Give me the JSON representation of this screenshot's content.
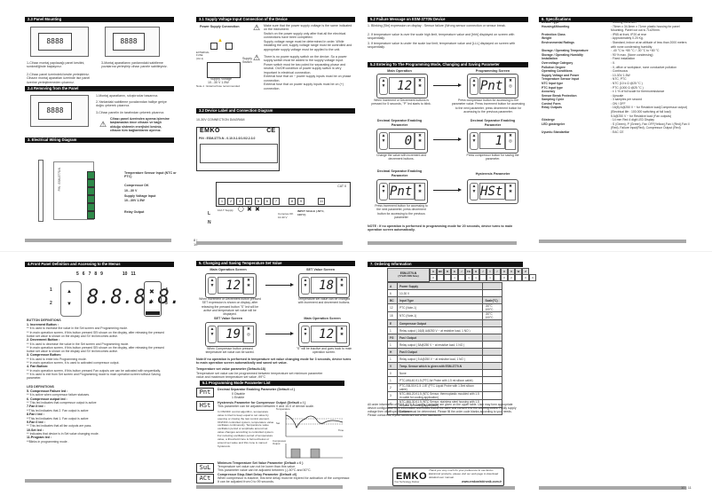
{
  "document": {
    "product": "ESM-3770N Cooling Controller",
    "brand": "EMKO"
  },
  "top_sheet": {
    "panel_mounting": {
      "header": "2.3 Panel Mounting",
      "steps": [
        "1-Cihazı montaj yapılacağı panel kesitini, sonkezliğinde başlayınız.",
        "2-Cihazı panel üzerindeki kesite yerleştiriniz. Cihazın montaj aparatları üzerinde iise panel üzerine yerleştiremeden çıkarınız.",
        "3-Montaj aparatlarını yanlarındaki sabitleme yuvalarına yerleştirip cihazı panele sabitleyiniz."
      ]
    },
    "panel_removal": {
      "header": "2.4 Removing from the Panel",
      "steps": [
        "1-Montaj aparatlarını, sıkıştırıcılar basarınız.",
        "2-Yanlardaki sabitleme yuvalarından halliye geriye doğru çekerek çıkarınız.",
        "3-Cihazı panelin ön tarafından çekerek çıkarınız."
      ],
      "warning": "Cihazı panel üzerinden ayırma işlemine başlamadan önce cihazın ve bağlı olduğu sistemin enerjisini kesiniz, cihazın tüm bağlantılarını ayırınız."
    },
    "wiring": {
      "header": "3. Electrical Wiring Diagram",
      "labels": [
        "Temperature Sensor Input (NTC or PTC)",
        "Compressor OK",
        "10...30 V",
        "Supply Voltage Input",
        "10...30V 1.5W",
        "Relay Output"
      ],
      "device_label": "P/N : ESM-3770-N"
    },
    "page_left": "8 | 10",
    "supply": {
      "header": "3.1 Supply Voltage Input Connection of the Device",
      "title": "Power Supply Connection",
      "fuse": "EXTERNAL FUSE (Vol.1)",
      "switch": "Supply Switch",
      "supply_voltage": "Supply Voltage",
      "supply_range": "10...30 V 1.5W",
      "note": "Note-1 : External fuse recommended.",
      "warn1": "Make sure that the power supply voltage is the same indicated on the instrument.\nSwitch on the power supply only after that all the electrical connections have been completed.\nSupply voltage range must be determined in order. While installing the unit, supply voltage range must be controlled and appropriate supply voltage must be applied to the unit.",
      "warn2": "There is no power supply switch on the device. So a power supply switch must be added to the supply voltage input.\nPower switch must be two poled for separating phase and neutral. On/Off condition of power supply switch is very important in electrical connection.\nExternal fuse that on ~ power supply inputs must be on phase connection.\nExternal fuse that on power supply inputs must be on (+) connection."
    },
    "label_diag": {
      "header": "3.2 Device Label and Connection Diagram",
      "subtitle": "10-30V   CONNECTION DIAGRAM",
      "brand": "EMKO",
      "ce": "CE",
      "pn": "P/N : ESM-3770-N - 0.10.0.1.0/1.0/2.2.3.0",
      "terminals": [
        "1",
        "2",
        "3",
        "4",
        "5",
        "6",
        "7",
        "8",
        "9",
        "11"
      ],
      "fuse_label": "10A T Supply",
      "input_scale": "INPUT SCALE (-50°C, 100°C)",
      "compressor_ok": "Compres.OK 10-30 V",
      "line_l": "L",
      "line_n": "N",
      "cat": "CAT II"
    },
    "failure": {
      "header": "5.2 Failure Message on ESM-3770N Device",
      "items": [
        "1. Blinking [Sbr] expression on display : Sensor failure (Wrong sensor connection or sensor break.",
        "2. If temperature value is over the scale high limit, temperature value and [hhh] displayed on screen with sequentially.",
        "3. If temperature value is under the scale low limit, temperature value and [LLL] displayed on screen with sequentially."
      ]
    },
    "programming": {
      "header": "5.3 Entering To The Programming Mode, Changing and Saving Parameter",
      "screens": [
        {
          "title": "Main Operation",
          "value": "12",
          "caption": "When Increment or Decrement buttons is pressed for 5 seconds, \"P\" led starts to blink."
        },
        {
          "title": "Programming Screen",
          "value": "Pnt",
          "caption": "Press compressor button for accessing to the parameter value. Press increment button for accessing to the next parameter, press decrement button for accessing to the previous parameter."
        },
        {
          "title": "Decimal Separator Enabling Parameter",
          "value": "0",
          "caption": "Change the value with increment and decrement buttons."
        },
        {
          "title": "Decimal Separator Enabling Parameter",
          "value": "1",
          "caption": "Press compressor button for saving the parameter."
        },
        {
          "title": "Decimal Separator Enabling Parameter",
          "value": "Pnt",
          "caption": "Press increment button for accessing to the next parameter, press decrement button for accessing to the previous parameter"
        },
        {
          "title": "Hysteresis Parameter",
          "value": "HSt",
          "caption": ""
        }
      ],
      "note": "NOTE : If no operation is performed in programming mode for 20 seconds, device turns to main operation screen automatically."
    },
    "specs": {
      "header": "6. Specifications",
      "rows": [
        {
          "k": "Device Type",
          "v": ": Cooling Controller"
        },
        {
          "k": "Housing&Mounting",
          "v": ": 76mm x 34.5mm x 71mm plastic housing for panel"
        },
        {
          "k": "",
          "v": "  Mounting. Panel cut out is 71x29mm."
        },
        {
          "k": "Protection Class",
          "v": ": IP65 at front, IP20 at rear"
        },
        {
          "k": "Weight",
          "v": ": Approximately 0.20 Kg."
        },
        {
          "k": "Environmental Ratings",
          "v": ": Standard, indoor at an altitude of less than 2000 meters"
        },
        {
          "k": "",
          "v": "  with none condensing humidity."
        },
        {
          "k": "Storage / Operating Temperature",
          "v": ": -40 °C to +80 °C / -30 °C to +80 °C"
        },
        {
          "k": "Storage / Operating Humidity",
          "v": ": 90 % max. (None condensing)"
        },
        {
          "k": "Installation",
          "v": ": Fixed installation"
        },
        {
          "k": "Overvoltage Category",
          "v": ": II."
        },
        {
          "k": "Pollution Degree",
          "v": ": II, office or workplace, none conductive pollution"
        },
        {
          "k": "Operating Conditions",
          "v": ": Continuous"
        },
        {
          "k": "Supply Voltage and Power",
          "v": ": 10-30V  1.5W"
        },
        {
          "k": "Temperature Sensor Input",
          "v": ": NTC, PTC"
        },
        {
          "k": "NTC Input type",
          "v": ": NTC (10 k Ω @25 °C )"
        },
        {
          "k": "PTC Input type",
          "v": ": PTC (1000 Ω @25 °C )"
        },
        {
          "k": "Accuracy",
          "v": ": ± 1 % of full scale for thermoresistance"
        },
        {
          "k": "Sensor Break Protection",
          "v": ": Upscale"
        },
        {
          "k": "Sampling Cycle",
          "v": ": 3 samples per second"
        },
        {
          "k": "Control Form",
          "v": ": ON / OFF"
        },
        {
          "k": "Relay Outputs",
          "v": ": 16(8) A@250 V ~ for Resistive load(Compressor output)"
        },
        {
          "k": "",
          "v": "  (Electrical life : 100.000 switching at full load)"
        },
        {
          "k": "",
          "v": "  5 A@250 V ~ for Resistive load (Fan outputs)"
        },
        {
          "k": "Gösterge",
          "v": ": 14 mm Red 4 digit LED Display"
        },
        {
          "k": "LED göstergeler",
          "v": ": S (Green), P (Green), Fan OFF(Yellow),Fan I (Red),Fan II"
        },
        {
          "k": "",
          "v": "  (Red), Failure Input(Red), Compressor Output (Red)"
        },
        {
          "k": "Uyumlu Standartlar",
          "v": ": EAC CE"
        }
      ]
    }
  },
  "bottom_sheet": {
    "front_panel": {
      "header": "4.Front Panel Definition and Accessing to the Menus",
      "callouts_top": [
        "5",
        "6",
        "7",
        "8",
        "9",
        "10",
        "11"
      ],
      "callouts_side": [
        "1",
        "2",
        "3",
        "4"
      ],
      "display": "8.8.8.8.",
      "button_defs_title": "BUTTON DEFINITIONS",
      "buttons": [
        {
          "title": "1. Increment Button :",
          "lines": [
            "** It is used to increase the value in the Set screen and Programming mode.",
            "** In main operation screen, if this button pressed SEt shown on the display, after releasing the pressed button set value is shown on the display and SV led becomes active."
          ]
        },
        {
          "title": "2. Decrement Button :",
          "lines": [
            "** It is used to decrease the value in the Set screen and Programming mode.",
            "** In main operation screen, if this button pressed SEt shown on the display, after releasing the pressed button set value is shown on the display and SV led becomes active."
          ]
        },
        {
          "title": "3. Compressor Button:",
          "lines": [
            "** It is used to enter into Programming mode.",
            "** In main operation screen, it is used to activated compressor output."
          ]
        },
        {
          "title": "4. Fan Button:",
          "lines": [
            "** In main operation screen, if this button pressed Fan outputs are can be activated with sequentially.",
            "** It is used to exit from Set screen and Programming mode to main operation screen without Saving parameter."
          ]
        }
      ],
      "led_defs_title": "LED DEFINITIONS",
      "leds": [
        {
          "title": "5. Compressor Failure led :",
          "line": "** It is active when compressor failure statuses."
        },
        {
          "title": "6. Compressor output led :",
          "line": "** This led indicates that compressor output is active"
        },
        {
          "title": "7.Fan II led :",
          "line": "**This led indicates that 2. Fan output is active"
        },
        {
          "title": "8.Fan I led :",
          "line": "**This led indicates that 1. Fan output is active"
        },
        {
          "title": "9.Fan 0 led :",
          "line": "** This led indicates that all fan outputs are pass."
        },
        {
          "title": "10.Set led :",
          "line": "** Indicates that device is in Set value changing mode."
        },
        {
          "title": "11.Program led :",
          "line": "**Blinks in programming mode ."
        }
      ]
    },
    "set_value": {
      "header": "5. Changing and Saving Temperature Set Value",
      "screens": [
        {
          "title": "Main Operation Screen",
          "value": "12",
          "caption": "When Increment or Decrement button pressed SET expression is shown on display, after releasing the pressed button \"S\" led will be active and temperature set value will be displayed."
        },
        {
          "title": "SET Value Screen",
          "value": "18",
          "caption": "Temperature set value can be changed with increment and decrement buttons."
        },
        {
          "title": "SET Value Screen",
          "value": "19",
          "caption": "When Compressor button pressed temperature set value can be saved."
        },
        {
          "title": "Main Operation Screen",
          "value": "12",
          "caption": "\"S\" will be inactive and goes back to main operation screen."
        }
      ],
      "note": "Note:If no operation is performed in temperature set value changing mode for 3 seconds, device turns to main operation screen automatically and saved set value.",
      "param_title": "Temperature set value parameter (Default=18)",
      "param_text": "Temperature set value can be programmed between temperature set minimum parameter value and maximum temperature set value -99°C"
    },
    "prog_params": {
      "header": "5.1 Programming Mode Parameter List",
      "params": [
        {
          "code": "Pnt",
          "title": "Decimal Separator Enabling Parameter (Default =I )",
          "lines": [
            "0  Disable",
            "1  Enable"
          ]
        },
        {
          "code": "HSt",
          "title": "Hysteresis Parameter for Compressor Output (Default = I )",
          "lines": [
            "This parameter can be adjusted between 0 and 10.0 of device scale."
          ]
        },
        {
          "code": "SuL",
          "title": "Minimum Temperature Set Value Parameter (Default = 0 )",
          "lines": [
            "Temperature set value can not be lower than this value.",
            "This parameter value can be adjusted between (-)-50°C and 50°C."
          ]
        },
        {
          "code": "ACt",
          "title": "Compressor Stop-Start Delay Parameter (Default =0)",
          "lines": [
            "When compressor is inactive, this time delay must be expired for activation of the compressor. It can be adjusted from 0 to 99 seconds."
          ]
        }
      ],
      "hst_text": "In ON/OFF control algorithm, temperature value is tried to keep equal to set value by opening or closing the last control element. ON/OFF controlled system, temperature value oscillates continuously. Temperature value oscillation period or amplitude around set value changes according to controlled system. For reducing oscillation period of temperature value, a threshold zone is formed below or around set value and this zone is named hysteresis.",
      "graph": {
        "ylabel": "Temperature",
        "set": "Set",
        "time": "Time",
        "hyst": "Hyst.",
        "compressor": "Compressor Output",
        "on": "ON",
        "off": "OFF"
      }
    },
    "ordering": {
      "header": "7. Ordering Information",
      "model": "ESM-3770-N",
      "model_sub": "(77x35 DIN Size)",
      "code_letters": [
        "A",
        "BC",
        "D",
        "E",
        "/",
        "FG",
        "H",
        "/",
        "I",
        "/",
        "U",
        "V",
        "W",
        "Z"
      ],
      "code_values": [
        "0",
        "",
        "",
        "1",
        "",
        "1",
        "1",
        "",
        "1",
        "",
        "0",
        "2",
        "",
        "0",
        "0"
      ],
      "rows": [
        {
          "type": "sec",
          "cells": [
            "A",
            "Power Supply",
            ""
          ]
        },
        {
          "type": "row",
          "cells": [
            "6",
            "10-30 V",
            ""
          ]
        },
        {
          "type": "sec",
          "cells": [
            "BC",
            "Input Type",
            "Scale(°C)"
          ]
        },
        {
          "type": "row",
          "cells": [
            "12",
            "PTC (Note-1)",
            "-50°C    100°C"
          ]
        },
        {
          "type": "row",
          "cells": [
            "18",
            "NTC (Note-1)",
            "-50°C    100°C"
          ]
        },
        {
          "type": "sec",
          "cells": [
            "E",
            "Compressor Output",
            ""
          ]
        },
        {
          "type": "row",
          "cells": [
            "1",
            "Relay output ( 16(8) A@250 V ~ at resistive load, 1 NO )",
            ""
          ]
        },
        {
          "type": "sec",
          "cells": [
            "FG",
            "Fan I Output",
            ""
          ]
        },
        {
          "type": "row",
          "cells": [
            "1",
            "Relay output ( 5A@250 V ~ at resistive load, 1 NO )",
            ""
          ]
        },
        {
          "type": "sec",
          "cells": [
            "H",
            "Fan II Output",
            ""
          ]
        },
        {
          "type": "row",
          "cells": [
            "1",
            "Relay output ( 5 A@250 V ~ at resistive load, 1 NO )",
            ""
          ]
        },
        {
          "type": "sec",
          "cells": [
            "V",
            "Temp. Sensor which is given with ESM-3770-N",
            ""
          ]
        },
        {
          "type": "row",
          "cells": [
            "0",
            "None",
            ""
          ]
        },
        {
          "type": "row",
          "cells": [
            "1",
            "PTC-M6L40.K1.5 (PTC Air Probe with 1.5 mt silicon cable)",
            ""
          ]
        },
        {
          "type": "row",
          "cells": [
            "2",
            "PTC-S6L50.K1.5 -1/8\" (PTC Liquid Probe with 1.5mt silicon cable)",
            ""
          ]
        },
        {
          "type": "row",
          "cells": [
            "3",
            "NTC-M6L20.K1.5 (NTC Sensor, thermoplastic moulded with 1.5 m cable for cooling application)",
            ""
          ]
        },
        {
          "type": "row",
          "cells": [
            "4",
            "NTC-M6L30.K1.5 (NTC Sensor, stainless steel housing with 1.5 m cable for cooling application)",
            ""
          ]
        },
        {
          "type": "row",
          "cells": [
            "9",
            "Customer",
            ""
          ]
        }
      ],
      "note": "All order information of ESM-3770-N Cooling Controller are given on the upper table. User may form appropriate device configuration from information and codes that at the table and convert it to the ordering codes. Firstly supply voltage then other specifications must be determined. Please fill the order code blanks according to your needs.\nPlease contact us, if your needs are out of the standards.",
      "thanks": "Thank you very much for your preference to use Emko Elektronik products, please visit our web page to download detailed user manual.",
      "url": "www.emkoelektronik.com.tr",
      "tagline": "Your Technology Partner"
    },
    "page_right": "10 | 11"
  }
}
